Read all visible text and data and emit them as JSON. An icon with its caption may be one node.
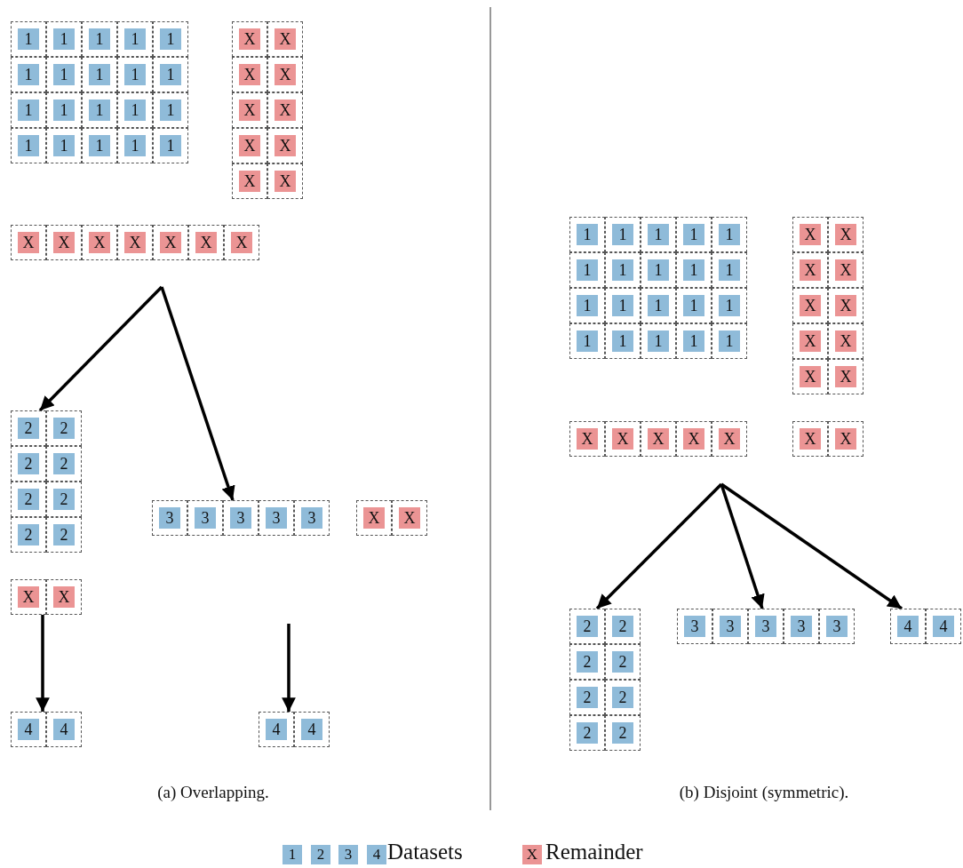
{
  "diagram": {
    "nodes": [
      {
        "text": [
          "1"
        ]
      },
      {
        "text": [
          "1"
        ]
      },
      {
        "text": [
          "1"
        ]
      },
      {
        "text": [
          "1"
        ]
      },
      {
        "text": [
          "1"
        ]
      },
      {
        "text": [
          "1"
        ]
      },
      {
        "text": [
          "1"
        ]
      },
      {
        "text": [
          "1"
        ]
      },
      {
        "text": [
          "1"
        ]
      },
      {
        "text": [
          "1"
        ]
      },
      {
        "text": [
          "1"
        ]
      },
      {
        "text": [
          "1"
        ]
      },
      {
        "text": [
          "1"
        ]
      },
      {
        "text": [
          "1"
        ]
      },
      {
        "text": [
          "1"
        ]
      },
      {
        "text": [
          "1"
        ]
      },
      {
        "text": [
          "1"
        ]
      },
      {
        "text": [
          "1"
        ]
      },
      {
        "text": [
          "1"
        ]
      },
      {
        "text": [
          "1"
        ]
      },
      {
        "text": [
          "X"
        ]
      },
      {
        "text": [
          "X"
        ]
      },
      {
        "text": [
          "X"
        ]
      },
      {
        "text": [
          "X"
        ]
      },
      {
        "text": [
          "X"
        ]
      },
      {
        "text": [
          "X"
        ]
      },
      {
        "text": [
          "X"
        ]
      },
      {
        "text": [
          "X"
        ]
      },
      {
        "text": [
          "X"
        ]
      },
      {
        "text": [
          "X"
        ]
      },
      {
        "text": [
          "X"
        ]
      },
      {
        "text": [
          "X"
        ]
      },
      {
        "text": [
          "X"
        ]
      },
      {
        "text": [
          "X"
        ]
      },
      {
        "text": [
          "X"
        ]
      },
      {
        "text": [
          "X"
        ]
      },
      {
        "text": [
          "X"
        ]
      },
      {
        "text": [
          "2"
        ]
      },
      {
        "text": [
          "2"
        ]
      },
      {
        "text": [
          "2"
        ]
      },
      {
        "text": [
          "2"
        ]
      },
      {
        "text": [
          "2"
        ]
      },
      {
        "text": [
          "2"
        ]
      },
      {
        "text": [
          "2"
        ]
      },
      {
        "text": [
          "2"
        ]
      },
      {
        "text": [
          "X"
        ]
      },
      {
        "text": [
          "X"
        ]
      },
      {
        "text": [
          "3"
        ]
      },
      {
        "text": [
          "3"
        ]
      },
      {
        "text": [
          "3"
        ]
      },
      {
        "text": [
          "3"
        ]
      },
      {
        "text": [
          "3"
        ]
      },
      {
        "text": [
          "X"
        ]
      },
      {
        "text": [
          "X"
        ]
      },
      {
        "text": [
          "4"
        ]
      },
      {
        "text": [
          "4"
        ]
      },
      {
        "text": [
          "4"
        ]
      },
      {
        "text": [
          "4"
        ]
      },
      {
        "text": [
          "1"
        ]
      },
      {
        "text": [
          "1"
        ]
      },
      {
        "text": [
          "1"
        ]
      },
      {
        "text": [
          "1"
        ]
      },
      {
        "text": [
          "1"
        ]
      },
      {
        "text": [
          "1"
        ]
      },
      {
        "text": [
          "1"
        ]
      },
      {
        "text": [
          "1"
        ]
      },
      {
        "text": [
          "1"
        ]
      },
      {
        "text": [
          "1"
        ]
      },
      {
        "text": [
          "1"
        ]
      },
      {
        "text": [
          "1"
        ]
      },
      {
        "text": [
          "1"
        ]
      },
      {
        "text": [
          "1"
        ]
      },
      {
        "text": [
          "1"
        ]
      },
      {
        "text": [
          "1"
        ]
      },
      {
        "text": [
          "1"
        ]
      },
      {
        "text": [
          "1"
        ]
      },
      {
        "text": [
          "1"
        ]
      },
      {
        "text": [
          "1"
        ]
      },
      {
        "text": [
          "X"
        ]
      },
      {
        "text": [
          "X"
        ]
      },
      {
        "text": [
          "X"
        ]
      },
      {
        "text": [
          "X"
        ]
      },
      {
        "text": [
          "X"
        ]
      },
      {
        "text": [
          "X"
        ]
      },
      {
        "text": [
          "X"
        ]
      },
      {
        "text": [
          "X"
        ]
      },
      {
        "text": [
          "X"
        ]
      },
      {
        "text": [
          "X"
        ]
      },
      {
        "text": [
          "X"
        ]
      },
      {
        "text": [
          "X"
        ]
      },
      {
        "text": [
          "X"
        ]
      },
      {
        "text": [
          "X"
        ]
      },
      {
        "text": [
          "X"
        ]
      },
      {
        "text": [
          "X"
        ]
      },
      {
        "text": [
          "X"
        ]
      },
      {
        "text": [
          "2"
        ]
      },
      {
        "text": [
          "2"
        ]
      },
      {
        "text": [
          "2"
        ]
      },
      {
        "text": [
          "2"
        ]
      },
      {
        "text": [
          "2"
        ]
      },
      {
        "text": [
          "2"
        ]
      },
      {
        "text": [
          "2"
        ]
      },
      {
        "text": [
          "2"
        ]
      },
      {
        "text": [
          "3"
        ]
      },
      {
        "text": [
          "3"
        ]
      },
      {
        "text": [
          "3"
        ]
      },
      {
        "text": [
          "3"
        ]
      },
      {
        "text": [
          "3"
        ]
      },
      {
        "text": [
          "4"
        ]
      },
      {
        "text": [
          "4"
        ]
      }
    ],
    "edges": [
      {
        "from": null,
        "to": 37,
        "arrow": "to"
      },
      {
        "from": null,
        "to": 49,
        "arrow": "to"
      },
      {
        "from": 45,
        "to": 54,
        "arrow": "to"
      },
      {
        "from": null,
        "to": 56,
        "arrow": "to"
      },
      {
        "from": null,
        "to": 95,
        "arrow": "to"
      },
      {
        "from": null,
        "to": 105,
        "arrow": "to"
      },
      {
        "from": null,
        "to": 108,
        "arrow": "to"
      }
    ],
    "labels": [
      "(a) Overlapping.",
      "(b) Disjoint (symmetric).",
      "1",
      "2",
      "3",
      "4",
      "X"
    ],
    "legend": [
      {
        "text": "Datasets",
        "color": "#8fbbd9"
      },
      {
        "text": "Remainder",
        "color": "#eb9494"
      }
    ]
  }
}
